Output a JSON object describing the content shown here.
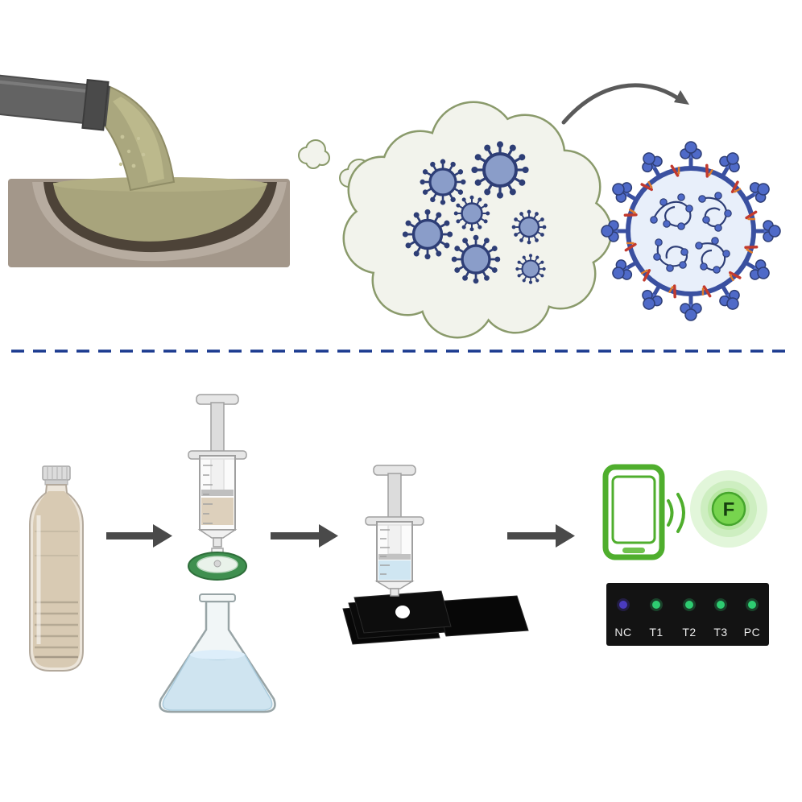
{
  "readout_panel": {
    "labels": [
      "NC",
      "T1",
      "T2",
      "T3",
      "PC"
    ],
    "spot_colors": [
      "#4a3bbf",
      "#2ecc71",
      "#2ecc71",
      "#2ecc71",
      "#2ecc71"
    ],
    "panel_color": "#131313"
  },
  "fluorescent_spot": {
    "label": "F",
    "core_color": "#77d44e"
  },
  "palette": {
    "divider_blue": "#1b3a8f",
    "virus_navy": "#2e3e76",
    "virus_blue": "#4f6ac8",
    "membrane_blue": "#3a50a0",
    "membrane_mark_red": "#c23a2e",
    "wastewater_olive": "#a8a47c",
    "cloud_outline_olive": "#8a9a6b",
    "phone_green": "#4fae2d",
    "filter_green": "#3f8f4f",
    "flask_liquid_blue": "#cfe4f0",
    "sample_beige": "#d8cab3",
    "arrow_gray": "#4a4a4a"
  },
  "icons": {
    "discharge-pipe-icon": "svg-shape",
    "wastewater-pool-icon": "svg-shape",
    "aerosol-cloud-icon": "svg-shape",
    "virus-particle-icon": "svg-shape",
    "virus-closeup-icon": "svg-shape",
    "curved-arrow-icon": "svg-shape",
    "sample-bottle-icon": "svg-shape",
    "syringe-icon": "svg-shape",
    "syringe-filter-icon": "svg-shape",
    "erlenmeyer-flask-icon": "svg-shape",
    "membrane-chips-icon": "svg-shape",
    "flow-arrow-icon": "svg-shape",
    "smartphone-icon": "svg-shape",
    "signal-waves-icon": "svg-shape",
    "fluorescence-spot-icon": "svg-shape",
    "readout-panel": "svg-shape"
  }
}
